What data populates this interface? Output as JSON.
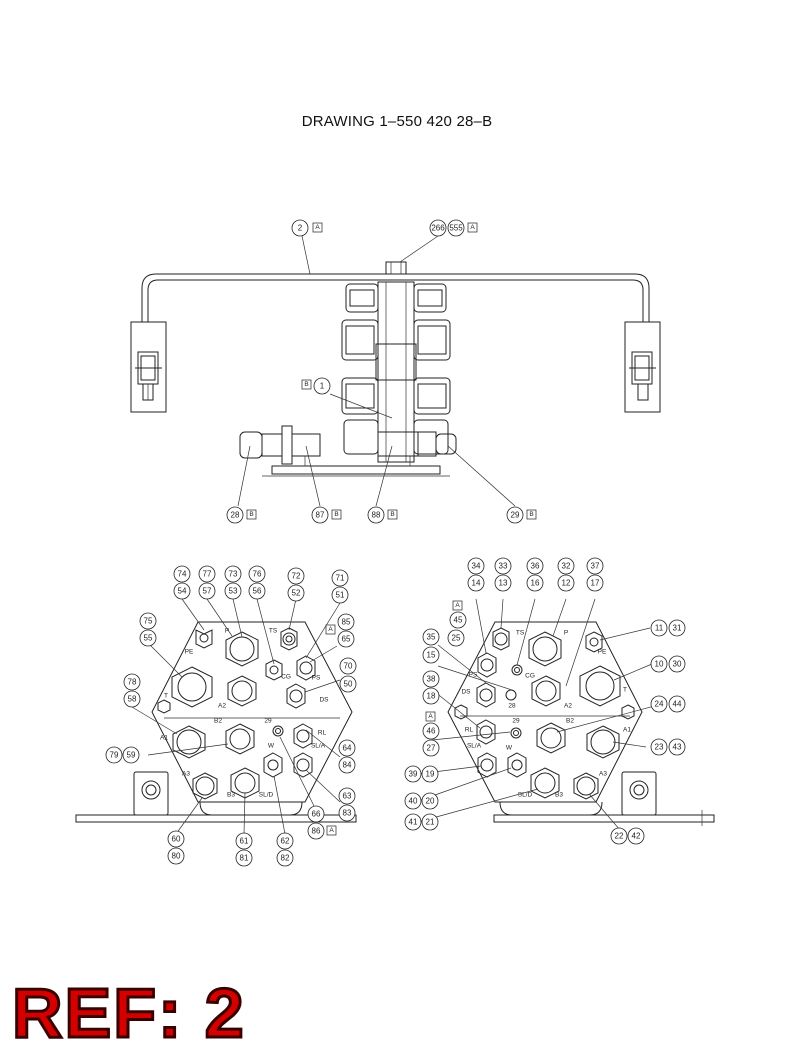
{
  "title": "DRAWING 1–550 420 28–B",
  "ref_label": "REF: 2",
  "accent_color": "#d40000",
  "top_view": {
    "callouts": [
      {
        "label": "2",
        "flag": "A"
      },
      {
        "label": "266",
        "label2": "555",
        "flag": "A"
      },
      {
        "label": "1",
        "flag": "B",
        "flag_left": true
      },
      {
        "label": "28",
        "flag": "B"
      },
      {
        "label": "87",
        "flag": "B"
      },
      {
        "label": "88",
        "flag": "B"
      },
      {
        "label": "29",
        "flag": "B"
      }
    ]
  },
  "left_view": {
    "port_labels": [
      "P",
      "TS",
      "PE",
      "CG",
      "PS",
      "T",
      "A2",
      "DS",
      "A1",
      "B2",
      "29",
      "RL",
      "W",
      "SL/A",
      "A3",
      "B3",
      "SL/D"
    ],
    "callouts": [
      "74",
      "54",
      "77",
      "57",
      "73",
      "53",
      "76",
      "56",
      "72",
      "52",
      "71",
      "51",
      "85",
      "65",
      "75",
      "55",
      "70",
      "50",
      "78",
      "58",
      "79",
      "59",
      "64",
      "84",
      "63",
      "83",
      "60",
      "80",
      "61",
      "81",
      "62",
      "82",
      "66",
      "86"
    ],
    "flags": [
      "A",
      "A"
    ]
  },
  "right_view": {
    "port_labels": [
      "TS",
      "P",
      "PE",
      "PS",
      "CG",
      "T",
      "DS",
      "28",
      "A2",
      "RL",
      "29",
      "B2",
      "A1",
      "SL/A",
      "W",
      "A3",
      "SL/D",
      "B3"
    ],
    "callouts": [
      "34",
      "14",
      "33",
      "13",
      "36",
      "16",
      "32",
      "12",
      "37",
      "17",
      "45",
      "35",
      "25",
      "15",
      "11",
      "31",
      "10",
      "30",
      "38",
      "18",
      "24",
      "44",
      "46",
      "27",
      "23",
      "43",
      "39",
      "19",
      "40",
      "20",
      "41",
      "21",
      "22",
      "42"
    ],
    "flags": [
      "A",
      "A"
    ]
  }
}
